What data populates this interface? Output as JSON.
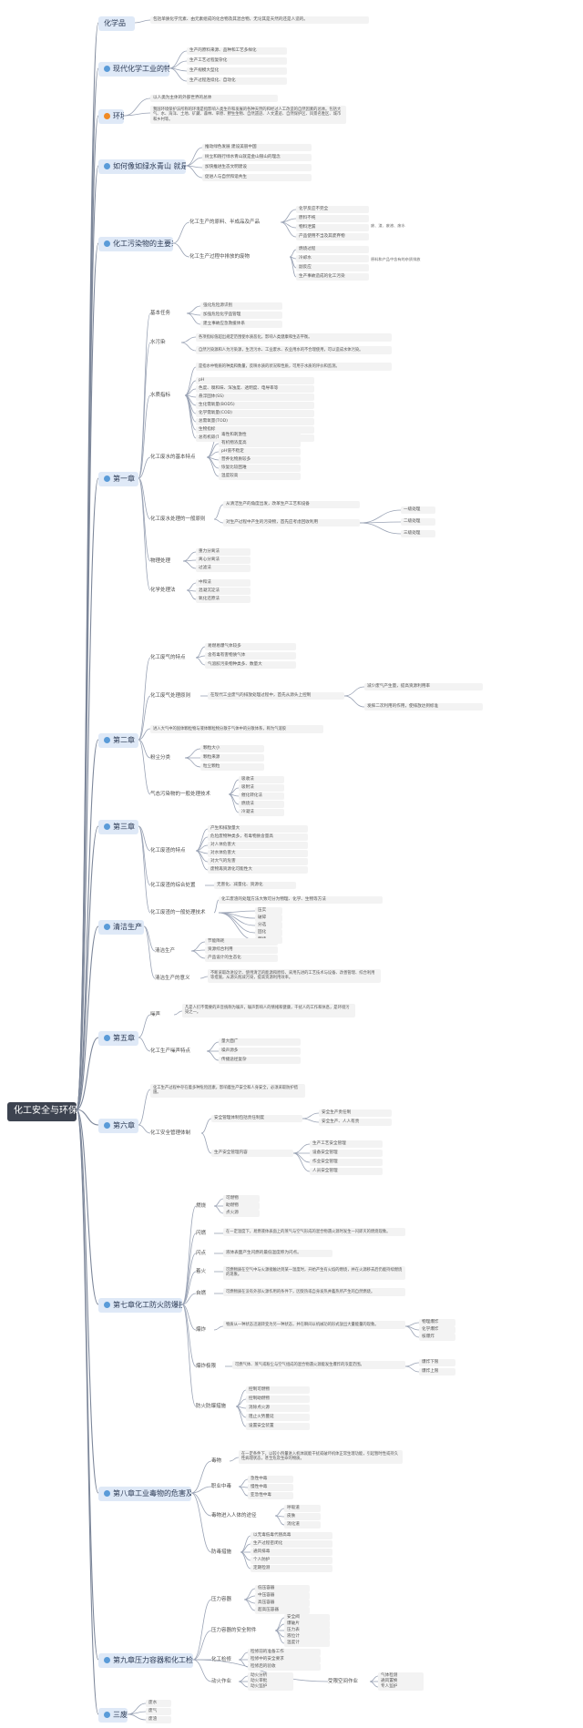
{
  "root": "化工安全与环保",
  "chapters": [
    {
      "label": "化学品",
      "icon": "none"
    },
    {
      "label": "现代化学工业的特点",
      "icon": "smile-icon"
    },
    {
      "label": "环境",
      "icon": "orange-dot-icon"
    },
    {
      "label": "如何像如绿水青山 就是金山银山",
      "icon": "smile-icon"
    },
    {
      "label": "化工污染物的主要来源",
      "icon": "smile-icon"
    },
    {
      "label": "第一章",
      "icon": "smile-icon"
    },
    {
      "label": "第二章",
      "icon": "smile-icon"
    },
    {
      "label": "第三章",
      "icon": "smile-icon"
    },
    {
      "label": "清洁生产",
      "icon": "smile-icon"
    },
    {
      "label": "第五章",
      "icon": "smile-icon"
    },
    {
      "label": "第六章",
      "icon": "smile-icon"
    },
    {
      "label": "第七章化工防火防爆技术",
      "icon": "smile-icon"
    },
    {
      "label": "第八章工业毒物的危害及防护技术",
      "icon": "smile-icon"
    },
    {
      "label": "第九章压力容器和化工检修的安全技术",
      "icon": "smile-icon"
    },
    {
      "label": "三废",
      "icon": "smile-icon"
    }
  ],
  "branches": {
    "chemicals": {
      "desc": "包括单质化学元素、由元素组成的化合物及其混合物，无论其是天然的还是人造的。"
    },
    "features": {
      "items": [
        "生产的原料来源、品种和工艺多样化",
        "生产工艺过程复杂化",
        "生产规模大型化",
        "生产过程连续化、自动化"
      ]
    },
    "environment": {
      "para1": "以人类为主体的外部世界的总体",
      "para2": "我国环境保护法所称的环境是指影响人类生存和发展的各种天然的和经过人工改造的自然因素的总体。包括大气、水、海洋、土地、矿藏、森林、草原、野生生物、自然遗迹、人文遗迹、自然保护区、风景名胜区、城市和乡村等。"
    },
    "green": {
      "items": [
        "推动绿色发展 建设美丽中国",
        "树立和践行绿水青山就是金山银山的理念",
        "加快推进生态文明建设",
        "促进人与自然和谐共生"
      ]
    },
    "pollution": {
      "a": "化工生产的原料、半成品及产品",
      "a_items": [
        "化学反应不完全",
        "原料不纯",
        "物料泄漏",
        "产品使用不当及其废弃物"
      ],
      "a_extra": "废、渣、废液、废水",
      "b": "化工生产过程中排放的废物",
      "b_items": [
        "燃烧过程",
        "冷却水",
        "副反应",
        "生产事故造成的化工污染"
      ],
      "b_extra": "原料和产品中含有的杂质排放"
    },
    "ch1": {
      "g1": "基本任务",
      "g1_items": [
        "强化危险源识别",
        "加强危险化学品管理",
        "建立事故应急救援体系"
      ],
      "g2": "水污染",
      "g2_para1": "各项指标值超出规定范围使水质恶化，影响人类健康和生态平衡。",
      "g2_para2": "自然污染源和人为污染源，生活污水、工业废水、农业用水的不合理使用，可以造成水体污染。",
      "g3": "水质指标",
      "g3_para": "是指水中物质的种类和数量，反映水质的状况和性质，可用于水质的评价和监测。",
      "g3_items": [
        "pH",
        "色度、嗅和味、浑浊度、透明度、电导率等",
        "悬浮固体(SS)",
        "生化需氧量(BOD5)",
        "化学需氧量(COD)",
        "总需氧量(TOD)",
        "生物指标",
        "总有机碳(TOC)"
      ],
      "g4": "化工废水的基本特点",
      "g4_items": [
        "毒性和刺激性",
        "有机物浓度高",
        "pH值不稳定",
        "营养化物质较多",
        "恢复比较困难",
        "温度较高"
      ],
      "g5": "化工废水处理的一般原则",
      "g5_a": "从清洁生产的角度出发，改革生产工艺和设备",
      "g5_b": "对生产过程中产生的污染物，首先应考虑回收利用",
      "g5_c": [
        "一级处理",
        "二级处理",
        "三级处理"
      ],
      "g6": "物理处理",
      "g6_items": [
        "重力分离法",
        "离心分离法",
        "过滤法"
      ],
      "g7": "化学处理法",
      "g7_items": [
        "中和法",
        "混凝沉淀法",
        "氧化还原法"
      ]
    },
    "ch2": {
      "g1": "化工废气的特点",
      "g1_items": [
        "易燃易爆气体较多",
        "含有毒有害物质气体",
        "气溶胶污染物种类多、数量大"
      ],
      "g2": "化工废气处理原则",
      "g2_text": "在现代工业废气的排放处理过程中，首先从源头上控制",
      "g2_a": "减少废气产生量，提高资源利用率",
      "g2_b": "发挥二次利用的作用，使排放达到标准",
      "g3_para": "进入大气中的固体颗粒物与液体颗粒物分散于气体中的分散体系，称为气溶胶",
      "g4": "粉尘分类",
      "g4_items": [
        "颗粒大小",
        "颗粒来源",
        "粒尘颗粒"
      ],
      "g5": "气态污染物的一般处理技术",
      "g5_items": [
        "吸收法",
        "吸附法",
        "催化转化法",
        "燃烧法",
        "冷凝法"
      ]
    },
    "ch3": {
      "g1": "化工废渣的特点",
      "g1_items": [
        "产生和排放量大",
        "危险废物种类多，有毒物质含量高",
        "对人体危害大",
        "对水体危害大",
        "对大气的危害",
        "废物再资源化可能性大"
      ],
      "g2": "化工废渣的综合处置",
      "g2_items": [
        "无害化、减量化、资源化"
      ],
      "g3": "化工废渣的一般处理技术",
      "g3_text": "化工废渣的处理方法大致可分为物理、化学、生物等方法",
      "g3_items": [
        "压实",
        "破碎",
        "分选",
        "固化",
        "焚烧"
      ]
    },
    "ch4": {
      "g1": "清洁生产",
      "g1_items": [
        "节能降耗",
        "资源综合利用",
        "产品设计的生态化"
      ],
      "g2": "清洁生产的意义",
      "g2_para": "不断采取改进设计、使用清洁的能源和原料、采用先进的工艺技术与设备、改善管理、综合利用等措施，从源头削减污染，提高资源利用效率。"
    },
    "ch5": {
      "g1": "噪声",
      "g1_para": "凡是人们不需要的声音统称为噪声，噪声影响人的情绪和健康，干扰人的工作和休息，是环境污染之一。",
      "g2": "化工生产噪声特点",
      "g2_items": [
        "量大面广",
        "噪声源多",
        "传播途径复杂"
      ]
    },
    "ch6": {
      "g1_para": "化工生产过程中存在着多种危险因素，影响着生产安全和人身安全，必须采取防护措施。",
      "g2": "化工安全管理体制",
      "g2_a": "安全管理体制包括责任制度",
      "g2_a_items": [
        "安全生产责任制",
        "安全生产、人人有责"
      ],
      "g2_b": "生产安全管理内容",
      "g2_b_items": [
        "生产工艺安全管理",
        "设备安全管理",
        "作业安全管理",
        "人员安全管理"
      ]
    },
    "ch7": {
      "g1": "燃烧",
      "g1_items": [
        "可燃物",
        "助燃物",
        "点火源"
      ],
      "g2": "闪燃",
      "g2_para": "在一定温度下，易燃液体表面上的蒸气与空气形成的混合物遇火源时发生一闪即灭的燃烧现象。",
      "g3": "闪点",
      "g3_para": "液体表面产生闪燃的最低温度称为闪点。",
      "g4": "着火",
      "g4_para": "可燃物质在空气中与火源接触达到某一温度时，开始产生有火焰的燃烧，并在火源移去后仍能持续燃烧的现象。",
      "g5": "自燃",
      "g5_para": "可燃物质在没有外部火源作用的条件下，因受热或自身发热并蓄热所产生的自然燃烧。",
      "g6": "爆炸",
      "g6_para": "物质从一种状态迅速转变为另一种状态，并在瞬间以机械功的形式放出大量能量的现象。",
      "g6_items": [
        "物理爆炸",
        "化学爆炸",
        "核爆炸"
      ],
      "g7": "爆炸极限",
      "g7_para": "可燃气体、蒸气或粉尘与空气组成的混合物遇火源能发生爆炸的浓度范围。",
      "g7_items": [
        "爆炸下限",
        "爆炸上限"
      ],
      "g8": "防火防爆措施",
      "g8_items": [
        "控制可燃物",
        "控制助燃物",
        "消除点火源",
        "阻止火势蔓延",
        "设置安全装置"
      ]
    },
    "ch8": {
      "g1": "毒物",
      "g1_para": "在一定条件下，以较小剂量进入机体就能干扰或破坏机体正常生理功能，引起暂时性或持久性病理状态，甚至危及生命的物质。",
      "g2": "职业中毒",
      "g2_items": [
        "急性中毒",
        "慢性中毒",
        "亚急性中毒"
      ],
      "g3": "毒物进入人体的途径",
      "g3_items": [
        "呼吸道",
        "皮肤",
        "消化道"
      ],
      "g4": "防毒措施",
      "g4_items": [
        "以无毒低毒代替高毒",
        "生产过程密闭化",
        "通风排毒",
        "个人防护",
        "定期检测"
      ]
    },
    "ch9": {
      "g1": "压力容器",
      "g1_items": [
        "低压容器",
        "中压容器",
        "高压容器",
        "超高压容器"
      ],
      "g2": "压力容器的安全附件",
      "g2_items": [
        "安全阀",
        "爆破片",
        "压力表",
        "液位计",
        "温度计"
      ],
      "g3": "化工检修",
      "g3_items": [
        "检修前的准备工作",
        "检修中的安全要求",
        "检修后的验收"
      ],
      "g4": "动火作业",
      "g4_items": [
        "动火分析",
        "动火审批",
        "动火监护"
      ],
      "g5": "受限空间作业",
      "g5_items": [
        "气体检测",
        "通风置换",
        "专人监护"
      ]
    },
    "sanfei": {
      "items": [
        "废水",
        "废气",
        "废渣"
      ]
    }
  }
}
